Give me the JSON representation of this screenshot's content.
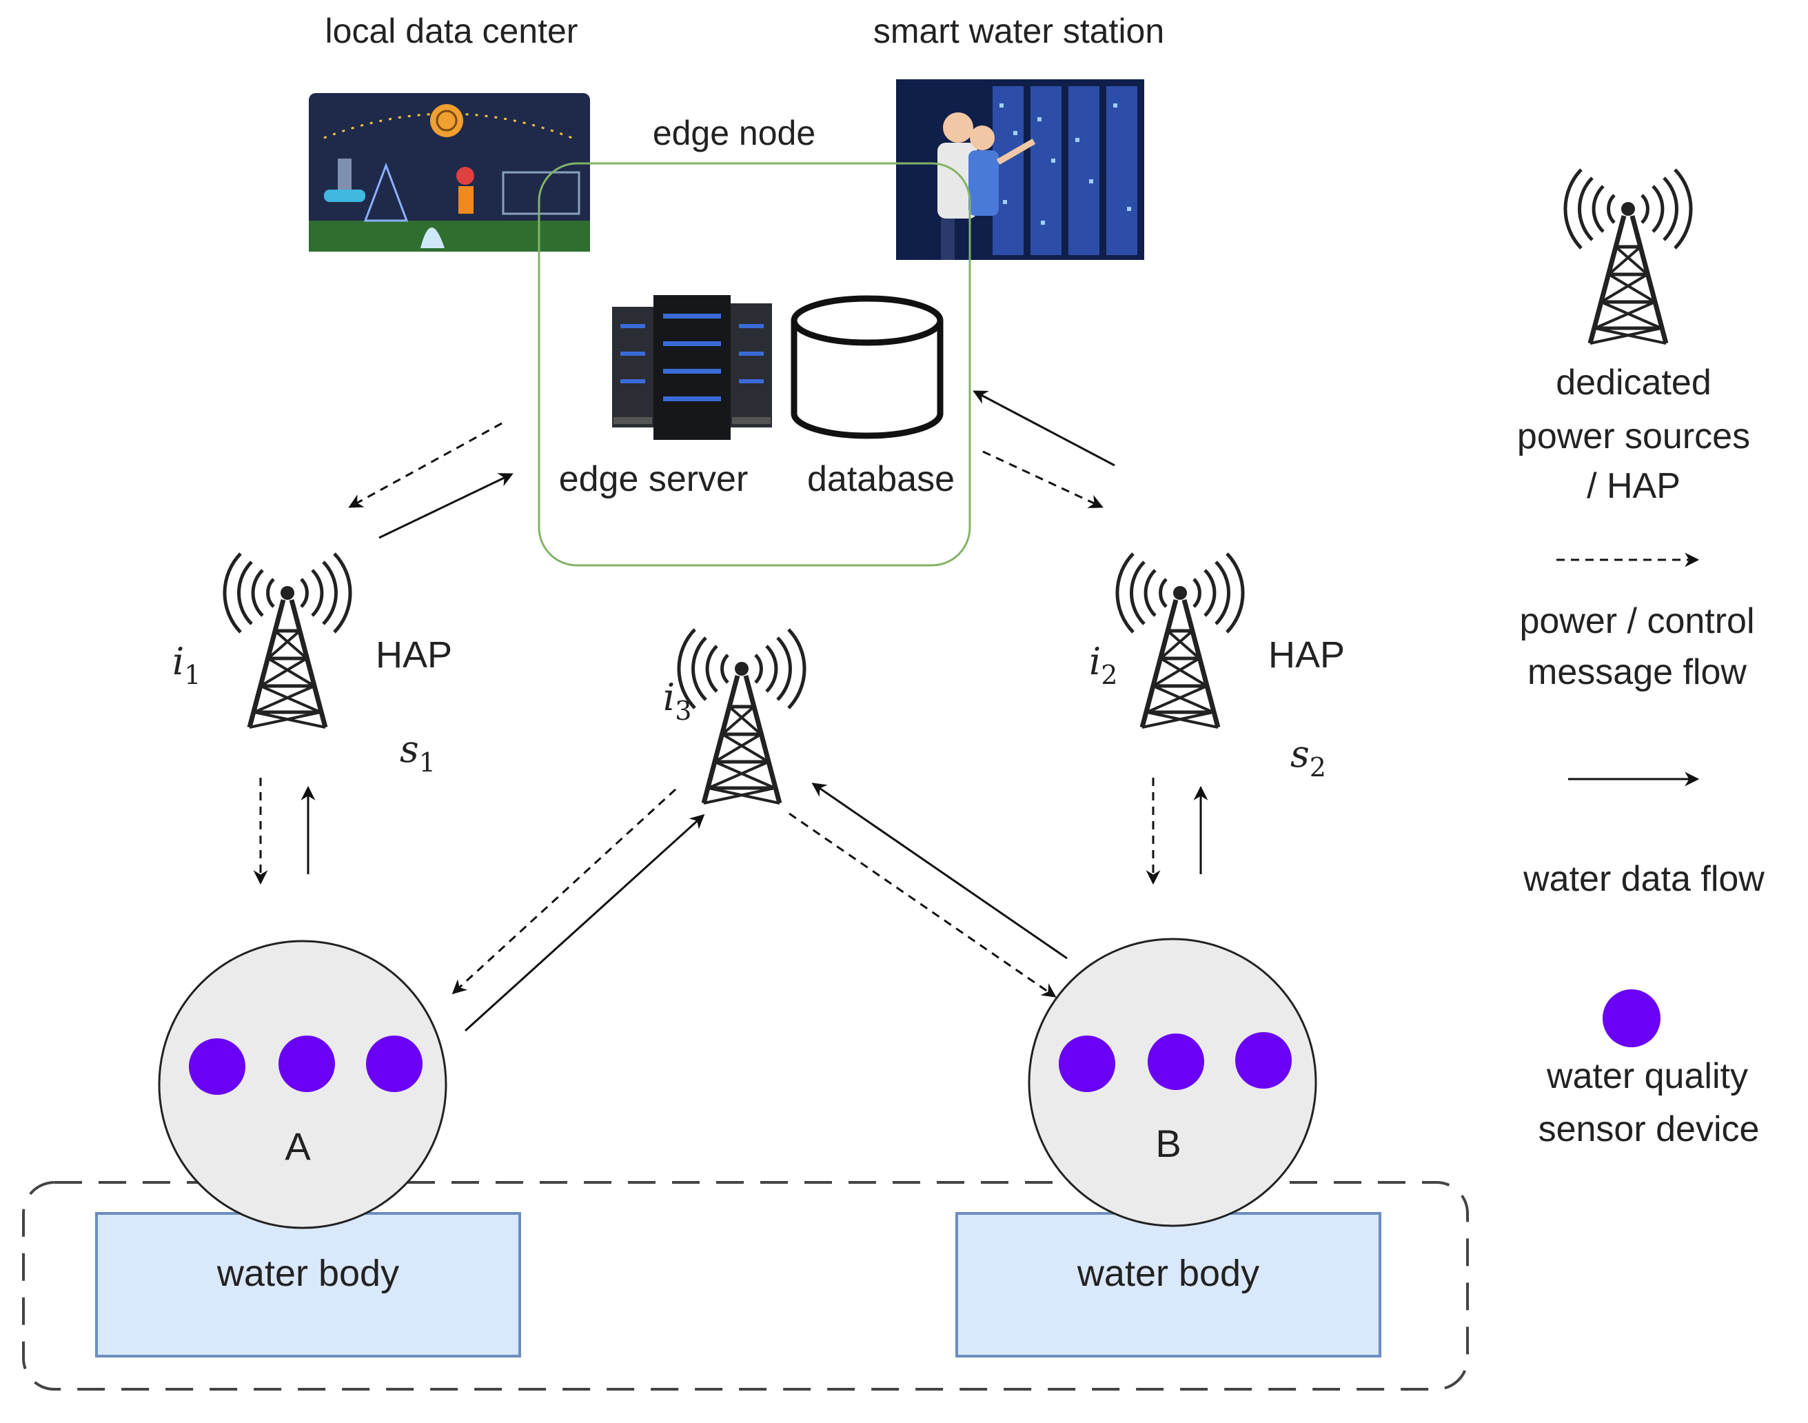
{
  "labels": {
    "local_data_center": "local data center",
    "smart_water_station": "smart water station",
    "edge_node": "edge node",
    "edge_server": "edge server",
    "database": "database",
    "hap_left": "HAP",
    "hap_right": "HAP",
    "i1_base": "i",
    "i1_sub": "1",
    "i2_base": "i",
    "i2_sub": "2",
    "i3_base": "i",
    "i3_sub": "3",
    "s1_base": "s",
    "s1_sub": "1",
    "s2_base": "s",
    "s2_sub": "2",
    "cluster_a": "A",
    "cluster_b": "B",
    "water_body_left": "water body",
    "water_body_right": "water body"
  },
  "legend": {
    "hap_line1": "dedicated",
    "hap_line2": "power sources",
    "hap_line3": "/  HAP",
    "power_line1": "power / control",
    "power_line2": "message flow",
    "water_flow": "water data flow",
    "sensor_line1": "water quality",
    "sensor_line2": "sensor device"
  },
  "colors": {
    "sensor": "#6a00f4",
    "edge_border": "#82b366",
    "water_fill": "#dae8fc",
    "water_border": "#6c8ebf",
    "cluster_fill": "#ebebeb"
  },
  "icons": [
    "tower-icon",
    "server-rack-icon",
    "database-cylinder-icon",
    "data-center-illustration",
    "control-room-illustration"
  ]
}
